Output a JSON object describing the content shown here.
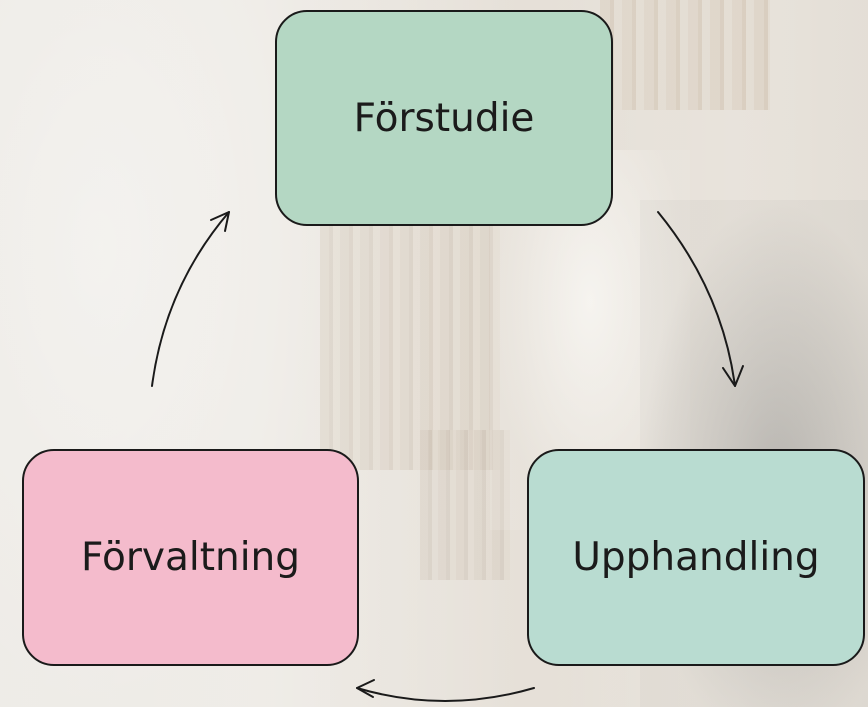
{
  "diagram": {
    "nodes": [
      {
        "id": "forstudie",
        "label": "Förstudie",
        "fill": "#b4d7c3"
      },
      {
        "id": "upphandling",
        "label": "Upphandling",
        "fill": "#b9dcd1"
      },
      {
        "id": "forvaltning",
        "label": "Förvaltning",
        "fill": "#f4bbcc"
      }
    ],
    "edges": [
      {
        "from": "forstudie",
        "to": "upphandling"
      },
      {
        "from": "upphandling",
        "to": "forvaltning"
      },
      {
        "from": "forvaltning",
        "to": "forstudie"
      }
    ],
    "border_color": "#1a1a1a"
  }
}
